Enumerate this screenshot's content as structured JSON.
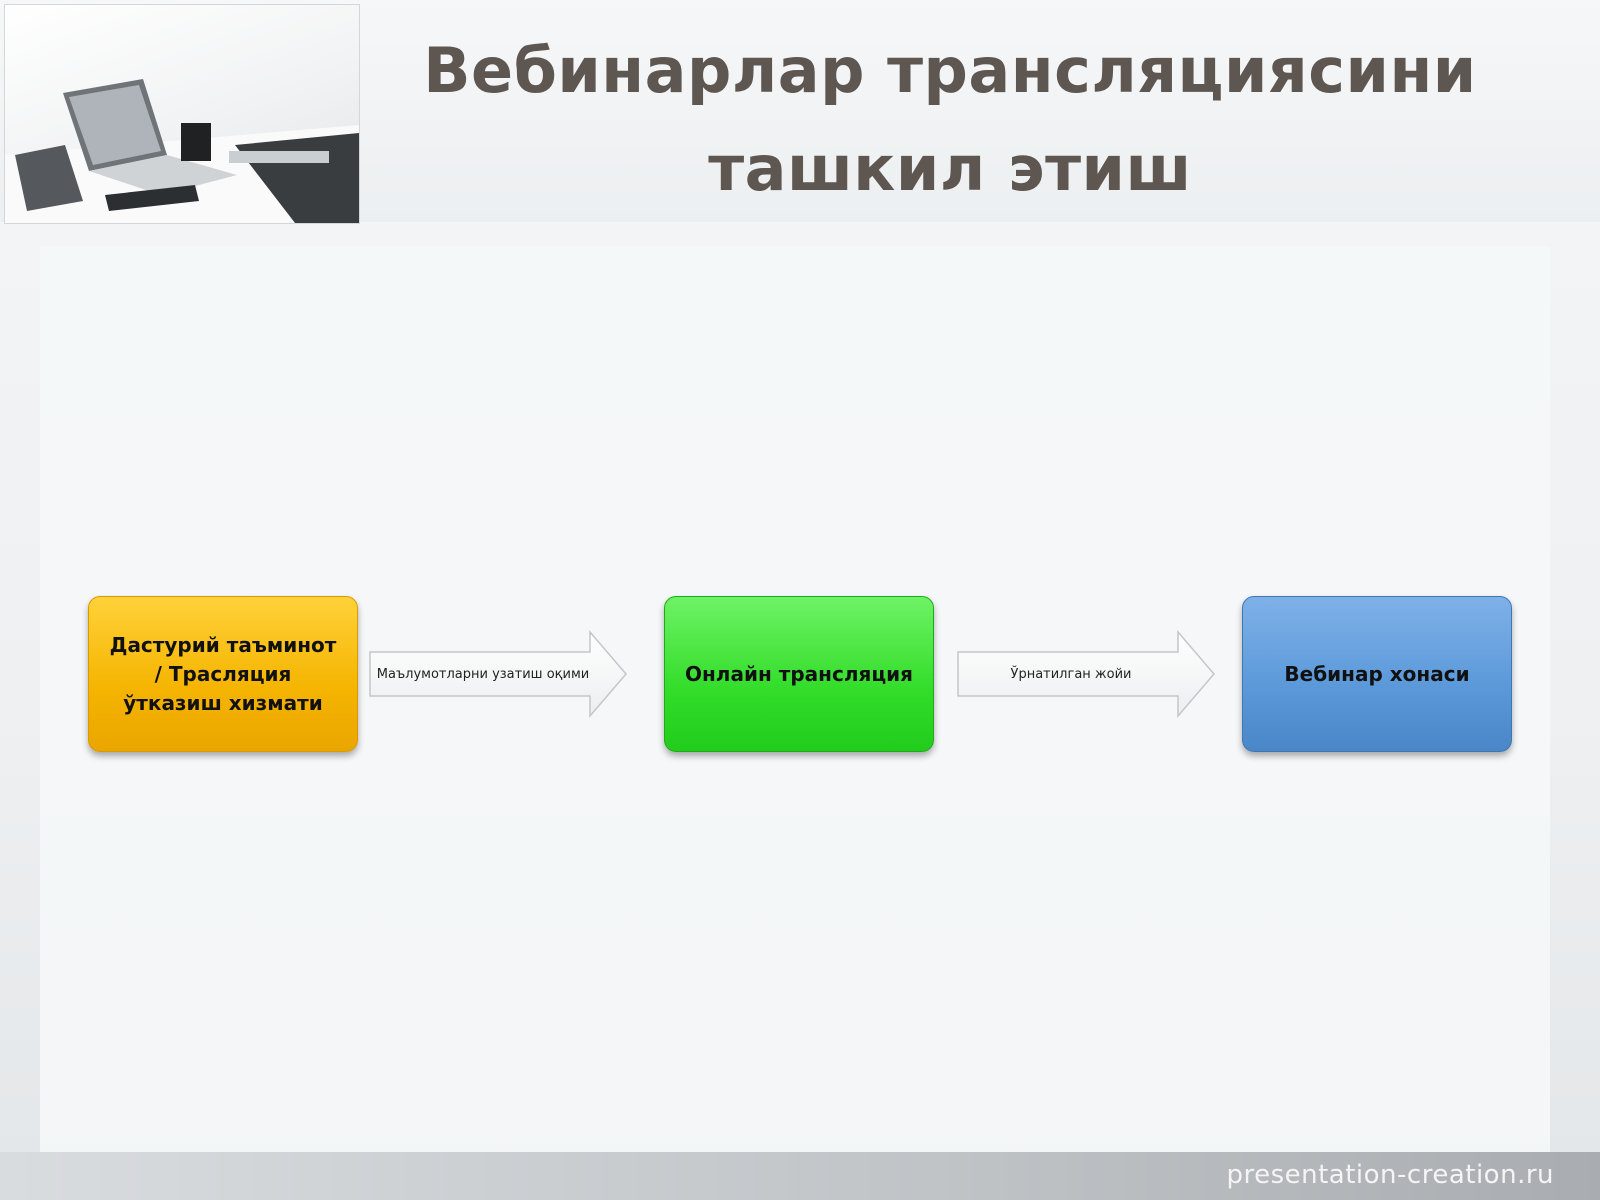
{
  "slide": {
    "title_line1": "Вебинарлар трансляциясини",
    "title_line2": "ташкил этиш",
    "watermark": "presentation-creation.ru"
  },
  "flow": {
    "nodes": [
      {
        "id": "software",
        "label": "Дастурий таъминот / Трасляция ўтказиш хизмати",
        "color": "#f5b400"
      },
      {
        "id": "online",
        "label": "Онлайн трансляция",
        "color": "#33dd2a"
      },
      {
        "id": "room",
        "label": "Вебинар хонаси",
        "color": "#5a98d9"
      }
    ],
    "edges": [
      {
        "from": "software",
        "to": "online",
        "label": "Маълумотларни узатиш оқими"
      },
      {
        "from": "online",
        "to": "room",
        "label": "Ўрнатилган жойи"
      }
    ]
  },
  "colors": {
    "title": "#5e5650",
    "background": "#e9ecee"
  }
}
